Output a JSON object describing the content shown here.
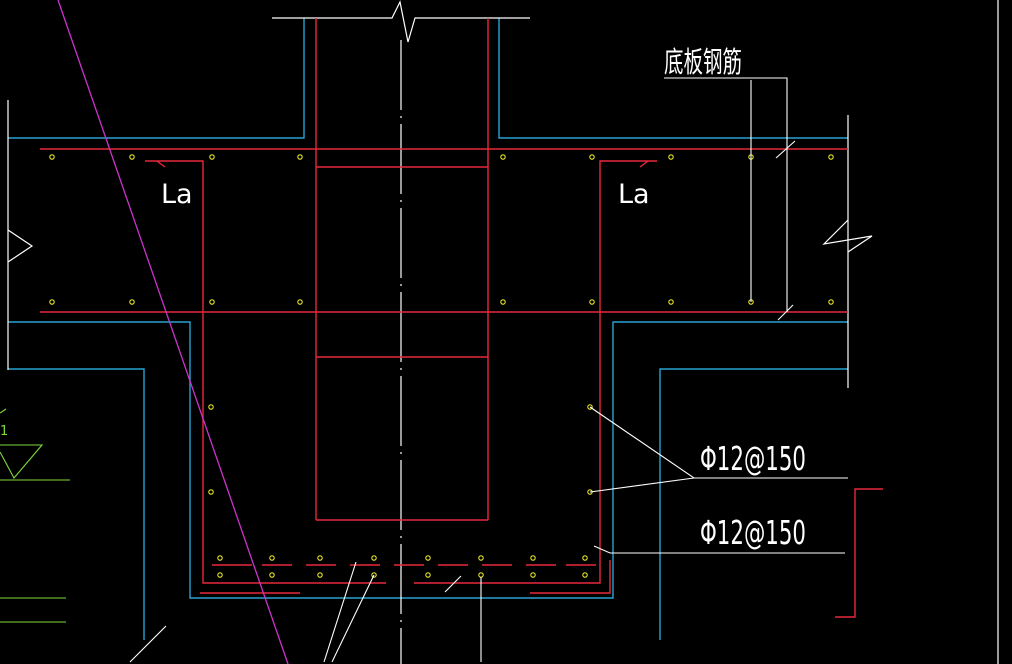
{
  "drawing": {
    "labels": {
      "slab_rebar": "底板钢筋",
      "anchorage_left": "La",
      "anchorage_right": "La",
      "rebar_spec_upper": "Φ12@150",
      "rebar_spec_lower": "Φ12@150",
      "dim_mark": "1"
    },
    "colors": {
      "background": "#000000",
      "concrete_outline": "#29a3d1",
      "rebar": "#e8283a",
      "rebar_points": "#e6e62a",
      "leaders_and_text": "#ffffff",
      "section_line": "#cc33cc",
      "hatch": "#7cdc3a"
    }
  }
}
